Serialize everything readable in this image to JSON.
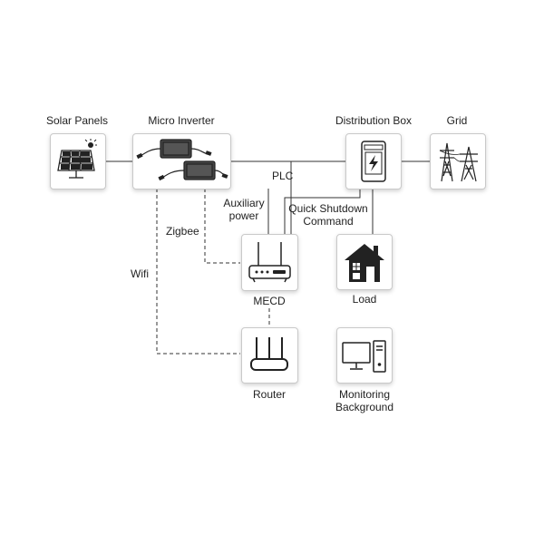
{
  "nodes": {
    "solar_panels": {
      "label": "Solar Panels",
      "icon": "solar-panel-icon"
    },
    "micro_inverter": {
      "label": "Micro Inverter",
      "icon": "micro-inverter-icon"
    },
    "distribution_box": {
      "label": "Distribution Box",
      "icon": "distribution-box-icon"
    },
    "grid": {
      "label": "Grid",
      "icon": "power-tower-icon"
    },
    "mecd": {
      "label": "MECD",
      "icon": "router-antenna-icon"
    },
    "load": {
      "label": "Load",
      "icon": "house-icon"
    },
    "router": {
      "label": "Router",
      "icon": "wifi-router-icon"
    },
    "monitoring": {
      "label_line1": "Monitoring",
      "label_line2": "Background",
      "icon": "computer-icon"
    }
  },
  "edges": {
    "plc": "PLC",
    "auxiliary_line1": "Auxiliary",
    "auxiliary_line2": "power",
    "quick_shutdown_line1": "Quick Shutdown",
    "quick_shutdown_line2": "Command",
    "zigbee": "Zigbee",
    "wifi": "Wifi"
  },
  "colors": {
    "line": "#333333",
    "icon": "#222222",
    "box_border": "#c9c9c9"
  }
}
